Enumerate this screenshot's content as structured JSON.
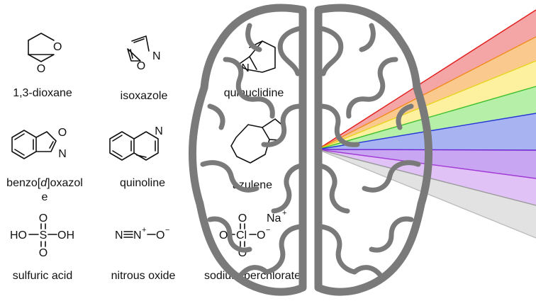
{
  "molecules": [
    {
      "name": "1,3-dioxane",
      "atoms": [
        "O",
        "O"
      ]
    },
    {
      "name": "isoxazole",
      "atoms": [
        "N",
        "O"
      ]
    },
    {
      "name": "quinuclidine",
      "atoms": [
        "N"
      ]
    },
    {
      "name_line1": "benzo[",
      "name_italic": "d",
      "name_line1b": "]oxazol",
      "name_line2": "e",
      "atoms": [
        "O",
        "N"
      ]
    },
    {
      "name": "quinoline",
      "atoms": [
        "N"
      ]
    },
    {
      "name": "azulene"
    },
    {
      "name": "sulfuric acid",
      "formula": {
        "ho_left": "HO",
        "s": "S",
        "oh_right": "OH",
        "o_top": "O",
        "o_bottom": "O"
      }
    },
    {
      "name": "nitrous oxide",
      "formula": {
        "n1": "N",
        "n2": "N",
        "plus": "+",
        "o": "O",
        "minus": "−"
      }
    },
    {
      "name": "sodium perchlorate",
      "formula": {
        "o_top": "O",
        "na": "Na",
        "plus": "+",
        "o_left": "O",
        "cl": "Cl",
        "o_right": "O",
        "minus": "−",
        "o_bottom": "O"
      }
    }
  ],
  "colors": {
    "brain": "#7a7a7a",
    "spectrum": [
      "#f4a6a6",
      "#f9c98e",
      "#fdf1a0",
      "#b6f0a8",
      "#a8b4f2",
      "#c9a6f2",
      "#e0c2f6",
      "#e2e2e2"
    ],
    "spectrum_edges": [
      "#e11d1d",
      "#f28b1d",
      "#e8d51d",
      "#3cbf2c",
      "#2434d8",
      "#6a1fd0",
      "#a23ad6",
      "#9a9a9a",
      "#bdbdbd"
    ]
  }
}
